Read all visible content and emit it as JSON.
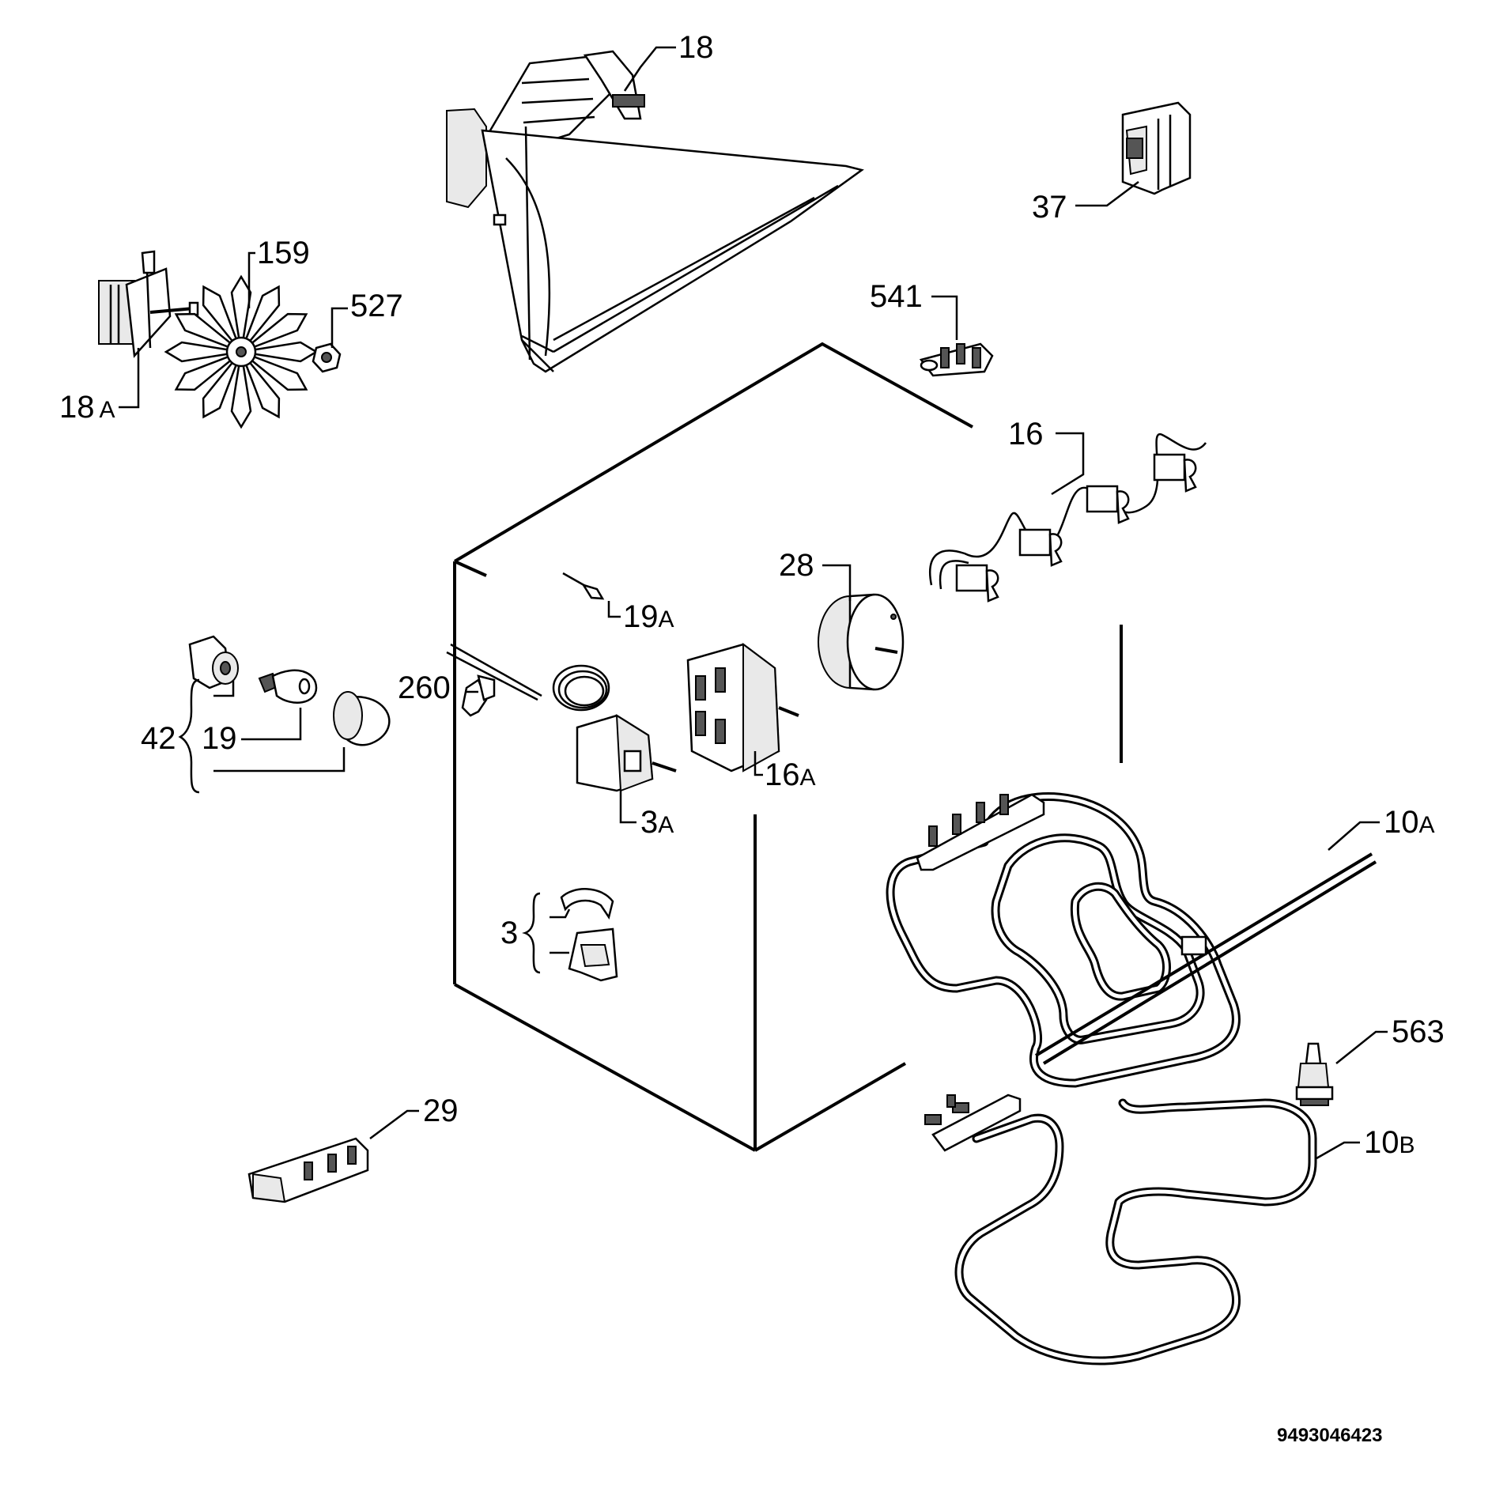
{
  "diagram": {
    "document_code": "9493046423",
    "callouts": [
      {
        "id": "18",
        "num": "18",
        "suffix": ""
      },
      {
        "id": "37",
        "num": "37",
        "suffix": ""
      },
      {
        "id": "159",
        "num": "159",
        "suffix": ""
      },
      {
        "id": "527",
        "num": "527",
        "suffix": ""
      },
      {
        "id": "18A",
        "num": "18",
        "suffix": "A"
      },
      {
        "id": "541",
        "num": "541",
        "suffix": ""
      },
      {
        "id": "16",
        "num": "16",
        "suffix": ""
      },
      {
        "id": "28",
        "num": "28",
        "suffix": ""
      },
      {
        "id": "19A",
        "num": "19",
        "suffix": "A"
      },
      {
        "id": "260",
        "num": "260",
        "suffix": ""
      },
      {
        "id": "16A",
        "num": "16",
        "suffix": "A"
      },
      {
        "id": "42",
        "num": "42",
        "suffix": ""
      },
      {
        "id": "19",
        "num": "19",
        "suffix": ""
      },
      {
        "id": "3A",
        "num": "3",
        "suffix": "A"
      },
      {
        "id": "10A",
        "num": "10",
        "suffix": "A"
      },
      {
        "id": "3",
        "num": "3",
        "suffix": ""
      },
      {
        "id": "563",
        "num": "563",
        "suffix": ""
      },
      {
        "id": "29",
        "num": "29",
        "suffix": ""
      },
      {
        "id": "10B",
        "num": "10",
        "suffix": "B"
      }
    ]
  }
}
